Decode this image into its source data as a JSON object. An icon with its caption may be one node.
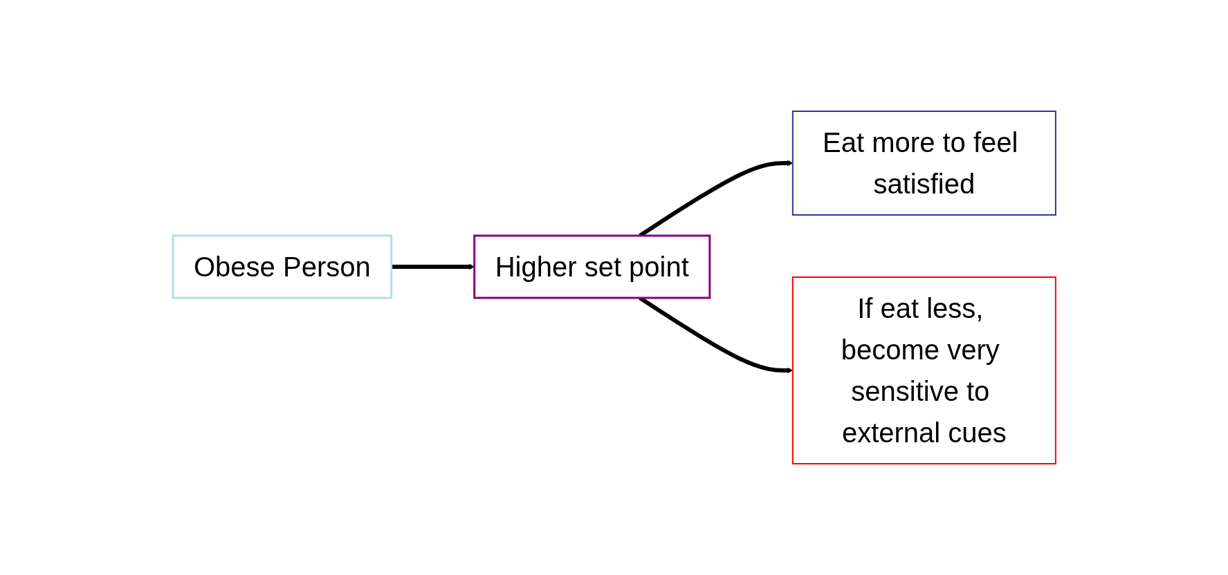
{
  "diagram": {
    "nodes": [
      {
        "text": [
          "Obese Person"
        ]
      },
      {
        "text": [
          "Higher set point"
        ]
      },
      {
        "text": [
          "Eat more to feel satisfied"
        ]
      },
      {
        "text": [
          "If eat less, become very sensitive to external cues"
        ]
      }
    ],
    "edges": [
      {
        "from": 0,
        "to": 1,
        "arrow": "to"
      },
      {
        "from": 1,
        "to": 2,
        "arrow": "to"
      },
      {
        "from": 1,
        "to": 3,
        "arrow": "to"
      }
    ]
  }
}
